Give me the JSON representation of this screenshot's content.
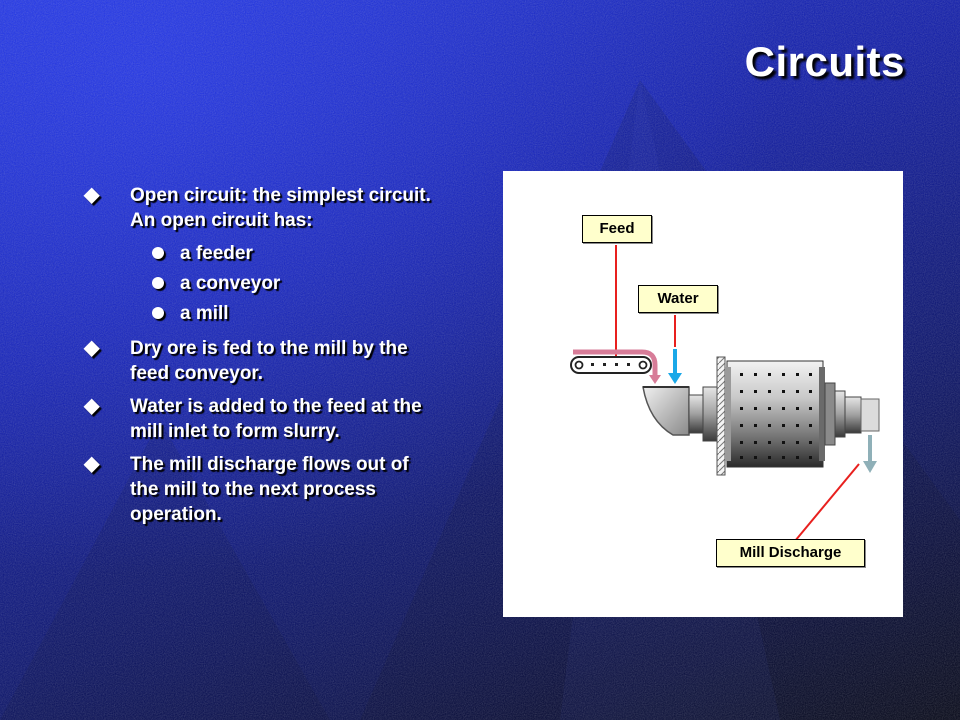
{
  "slide": {
    "title": "Circuits",
    "bullets": [
      {
        "text": "Open circuit: the simplest circuit. An open circuit has:",
        "subitems": [
          "a feeder",
          "a conveyor",
          "a mill"
        ]
      },
      {
        "text": "Dry ore is fed to the mill by the feed conveyor."
      },
      {
        "text": "Water is added to the feed at the mill inlet to form slurry."
      },
      {
        "text": "The mill discharge flows out of the mill to the next process operation."
      }
    ]
  },
  "diagram": {
    "labels": {
      "feed": "Feed",
      "water": "Water",
      "discharge": "Mill Discharge"
    },
    "colors": {
      "leader_line": "#e8201e",
      "conveyor_arrow": "#d77c98",
      "water_arrow": "#1aa8e8",
      "discharge_arrow": "#8fb0b8",
      "label_fill": "#ffffcc"
    }
  }
}
